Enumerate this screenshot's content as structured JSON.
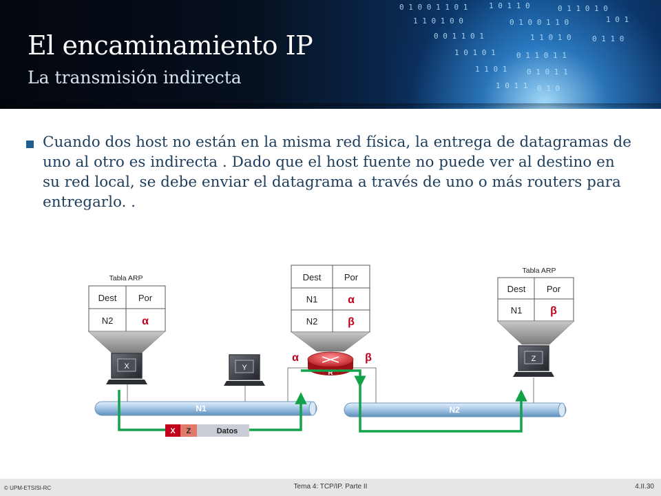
{
  "slide": {
    "title": "El encaminamiento IP",
    "subtitle": "La transmisión indirecta",
    "bullet": "Cuando dos host no están en la misma red física, la entrega de datagramas de uno al otro es indirecta . Dado que el host fuente no puede ver al destino en su red local, se debe enviar el datagrama a través de uno o más routers para entregarlo. ."
  },
  "diagram": {
    "arp_label": "Tabla ARP",
    "col_dest": "Dest",
    "col_por": "Por",
    "table_x": [
      {
        "dest": "N2",
        "por": "α"
      }
    ],
    "table_r": [
      {
        "dest": "N1",
        "por": "α"
      },
      {
        "dest": "N2",
        "por": "β"
      }
    ],
    "table_z": [
      {
        "dest": "N1",
        "por": "β"
      }
    ],
    "host_x": "X",
    "host_y": "Y",
    "host_z": "Z",
    "router": "R",
    "if_alpha": "α",
    "if_beta": "β",
    "net_n1": "N1",
    "net_n2": "N2",
    "packet": [
      "X",
      "Z",
      "Datos"
    ]
  },
  "footer": {
    "copyright": "© UPM-ETSISI-RC",
    "course": "Tema 4: TCP/IP. Parte II",
    "page": "4.II.30"
  },
  "colors": {
    "title_text": "#ffffff",
    "body_text": "#1d3d5c",
    "accent_red": "#c0001c",
    "path_green": "#12a34a",
    "network_blue": "#9dc0e0"
  }
}
